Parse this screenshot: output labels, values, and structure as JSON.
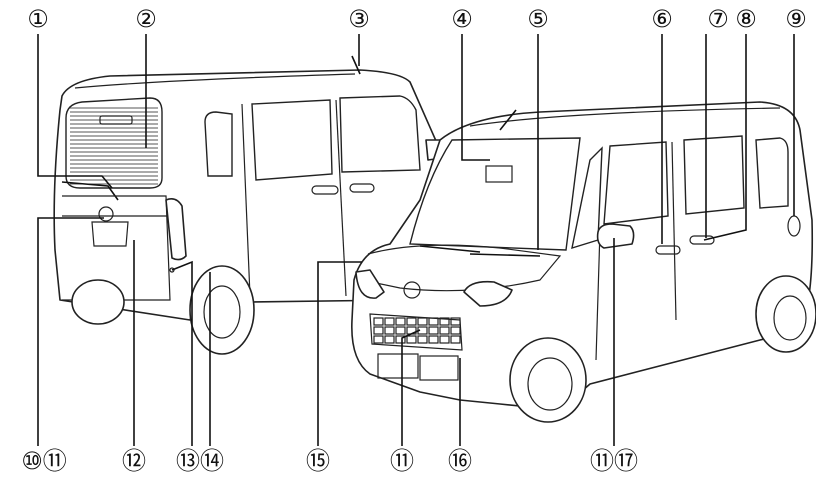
{
  "callouts": {
    "top": [
      {
        "id": "1",
        "text": "①"
      },
      {
        "id": "2",
        "text": "②"
      },
      {
        "id": "3",
        "text": "③"
      },
      {
        "id": "4",
        "text": "④"
      },
      {
        "id": "5",
        "text": "⑤"
      },
      {
        "id": "6",
        "text": "⑥"
      },
      {
        "id": "7",
        "text": "⑦"
      },
      {
        "id": "8",
        "text": "⑧"
      },
      {
        "id": "9",
        "text": "⑨"
      }
    ],
    "bottom": [
      {
        "id": "10-11",
        "text": "⑩⑪"
      },
      {
        "id": "12",
        "text": "⑫"
      },
      {
        "id": "13-14",
        "text": "⑬⑭"
      },
      {
        "id": "15",
        "text": "⑮"
      },
      {
        "id": "11",
        "text": "⑪"
      },
      {
        "id": "16",
        "text": "⑯"
      },
      {
        "id": "11-17",
        "text": "⑪⑰"
      }
    ]
  }
}
